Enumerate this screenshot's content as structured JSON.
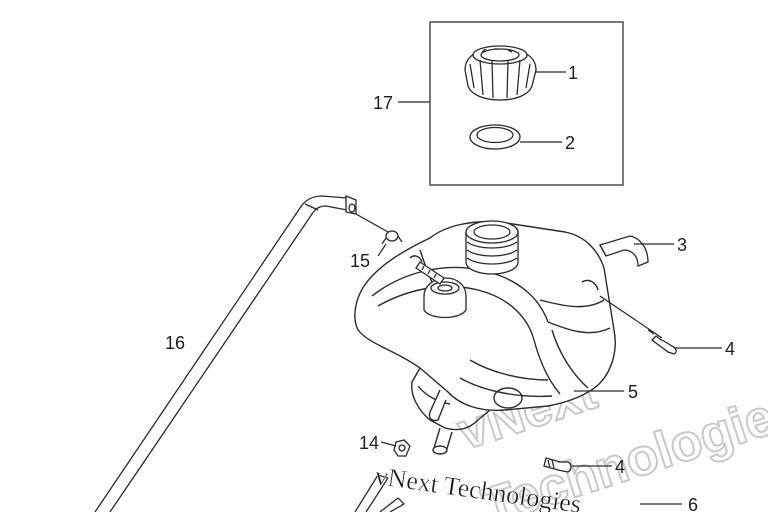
{
  "parts": {
    "p1": "1",
    "p2": "2",
    "p3": "3",
    "p4a": "4",
    "p4b": "4",
    "p5": "5",
    "p6": "6",
    "p14": "14",
    "p15": "15",
    "p16": "16",
    "p17": "17"
  },
  "watermark": {
    "brand_top": "vNext",
    "brand_bottom": "Technologies",
    "brand_line": "vNext Technologies"
  },
  "colors": {
    "line": "#2a2a2a",
    "fill": "#ffffff",
    "watermark": "#d9d9d9",
    "watermark_text": "#1a1a1a"
  }
}
